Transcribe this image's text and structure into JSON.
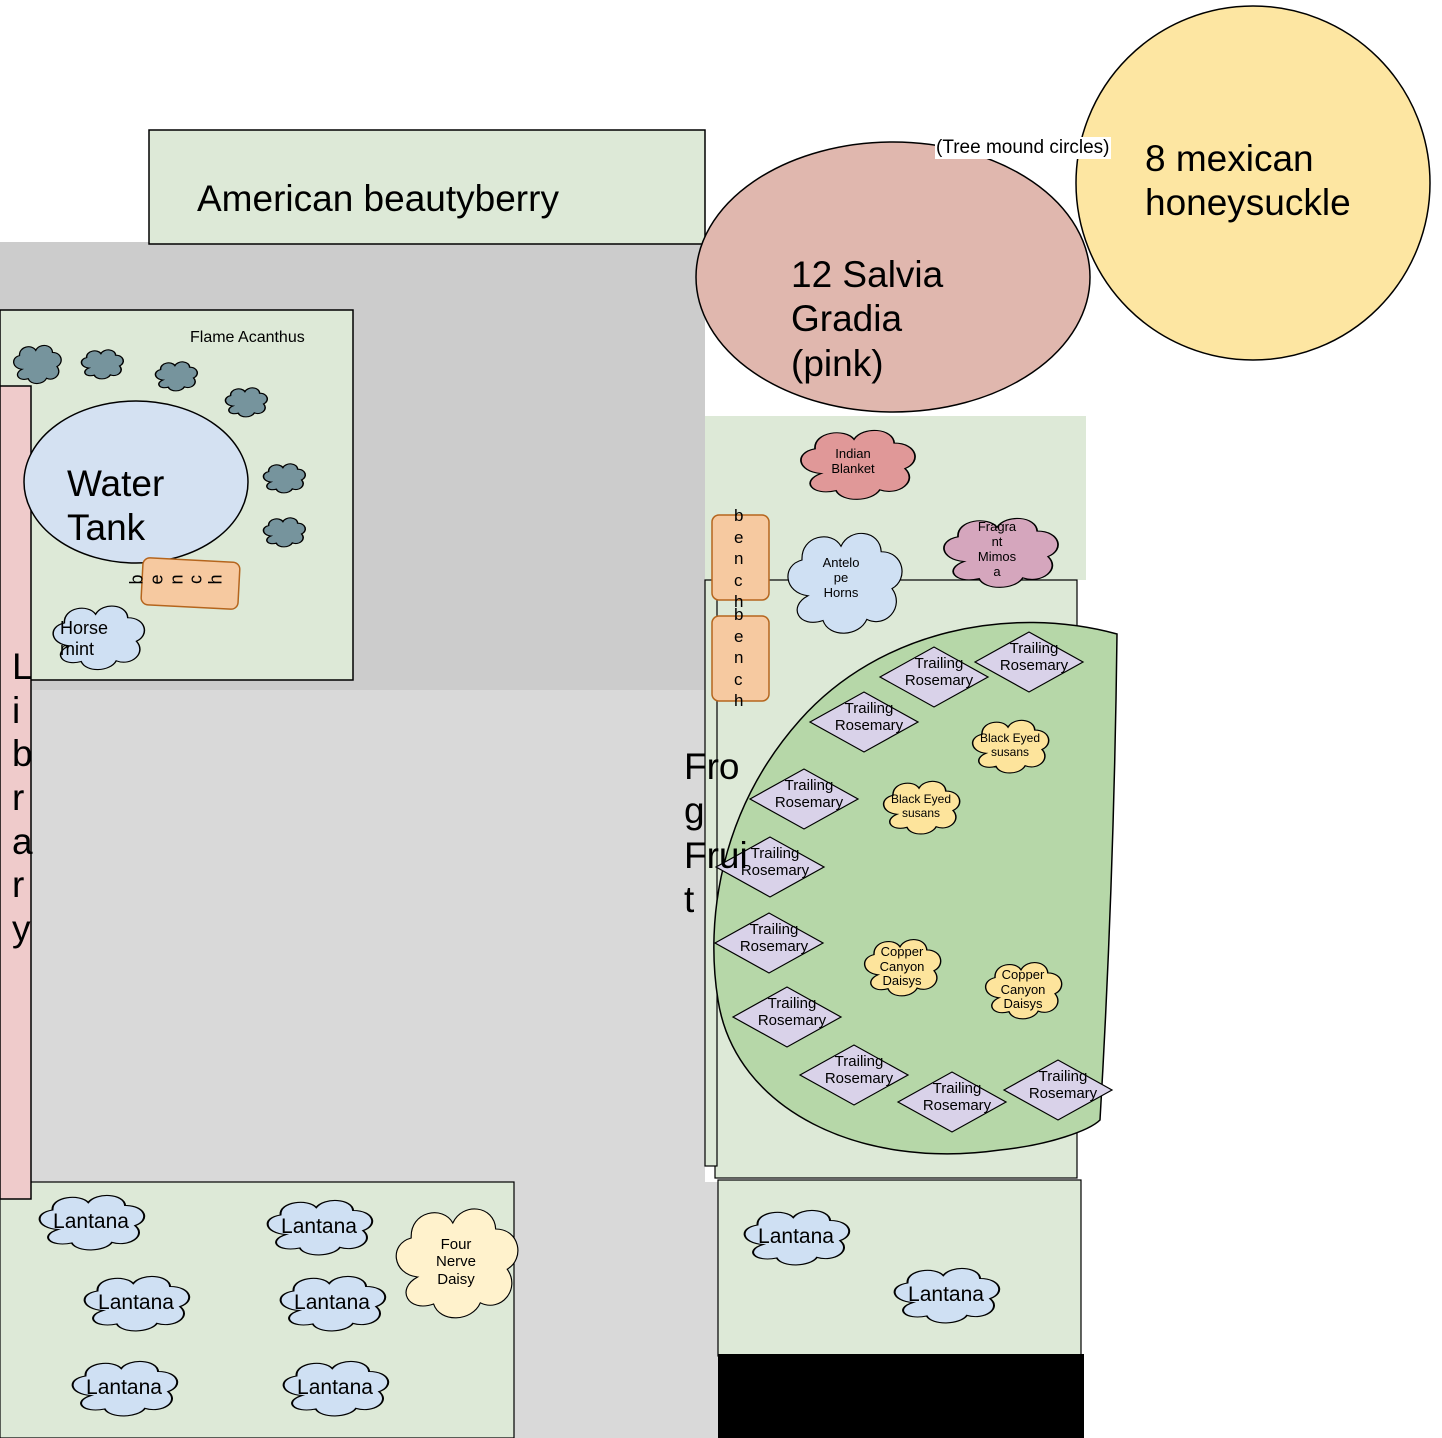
{
  "labels": {
    "american_beautyberry": "American beautyberry",
    "tree_mound_note": "(Tree mound circles)",
    "salvia": "12 Salvia\nGradia\n(pink)",
    "honeysuckle": "8 mexican\nhoneysuckle",
    "flame_acanthus": "Flame Acanthus",
    "water_tank": "Water\nTank",
    "bench_left": "b\ne\nn\nc\nh",
    "horse_mint": "Horse\nmint",
    "library": "L\ni\nb\nr\na\nr\ny",
    "indian_blanket": "Indian\nBlanket",
    "bench_1": "b\ne\nn\nc\nh",
    "bench_2": "b\ne\nn\nc\nh",
    "antelope_horns": "Antelo\npe\nHorns",
    "fragrant_mimosa": "Fragra\nnt\nMimos\na",
    "frog_fruit": "Fro\ng\nFrui\nt",
    "black_eyed_susans": "Black Eyed\nsusans",
    "copper_canyon_daisys": "Copper\nCanyon\nDaisys",
    "trailing_rosemary": "Trailing\nRosemary",
    "lantana": "Lantana",
    "four_nerve_daisy": "Four\nNerve\nDaisy"
  },
  "colors": {
    "bed_green": "#dde9d7",
    "walk_dark": "#cccccc",
    "walk_light": "#d9d9d9",
    "library_pink": "#efcbcb",
    "salvia_fill": "#e0b7ae",
    "honeysuckle_fill": "#fde6a2",
    "water_tank_fill": "#d4e1f2",
    "bench_fill": "#f6c9a0",
    "flame_acanthus_fill": "#76949d",
    "indian_blanket_fill": "#e09898",
    "fragrant_mimosa_fill": "#d5a6bd",
    "blue_cloud_fill": "#cfe0f3",
    "yellow_cloud_fill": "#fde49c",
    "cream_cloud_fill": "#fff2cc",
    "rosemary_fill": "#d9d2e9",
    "frog_fruit_leaf": "#b6d7a8"
  }
}
